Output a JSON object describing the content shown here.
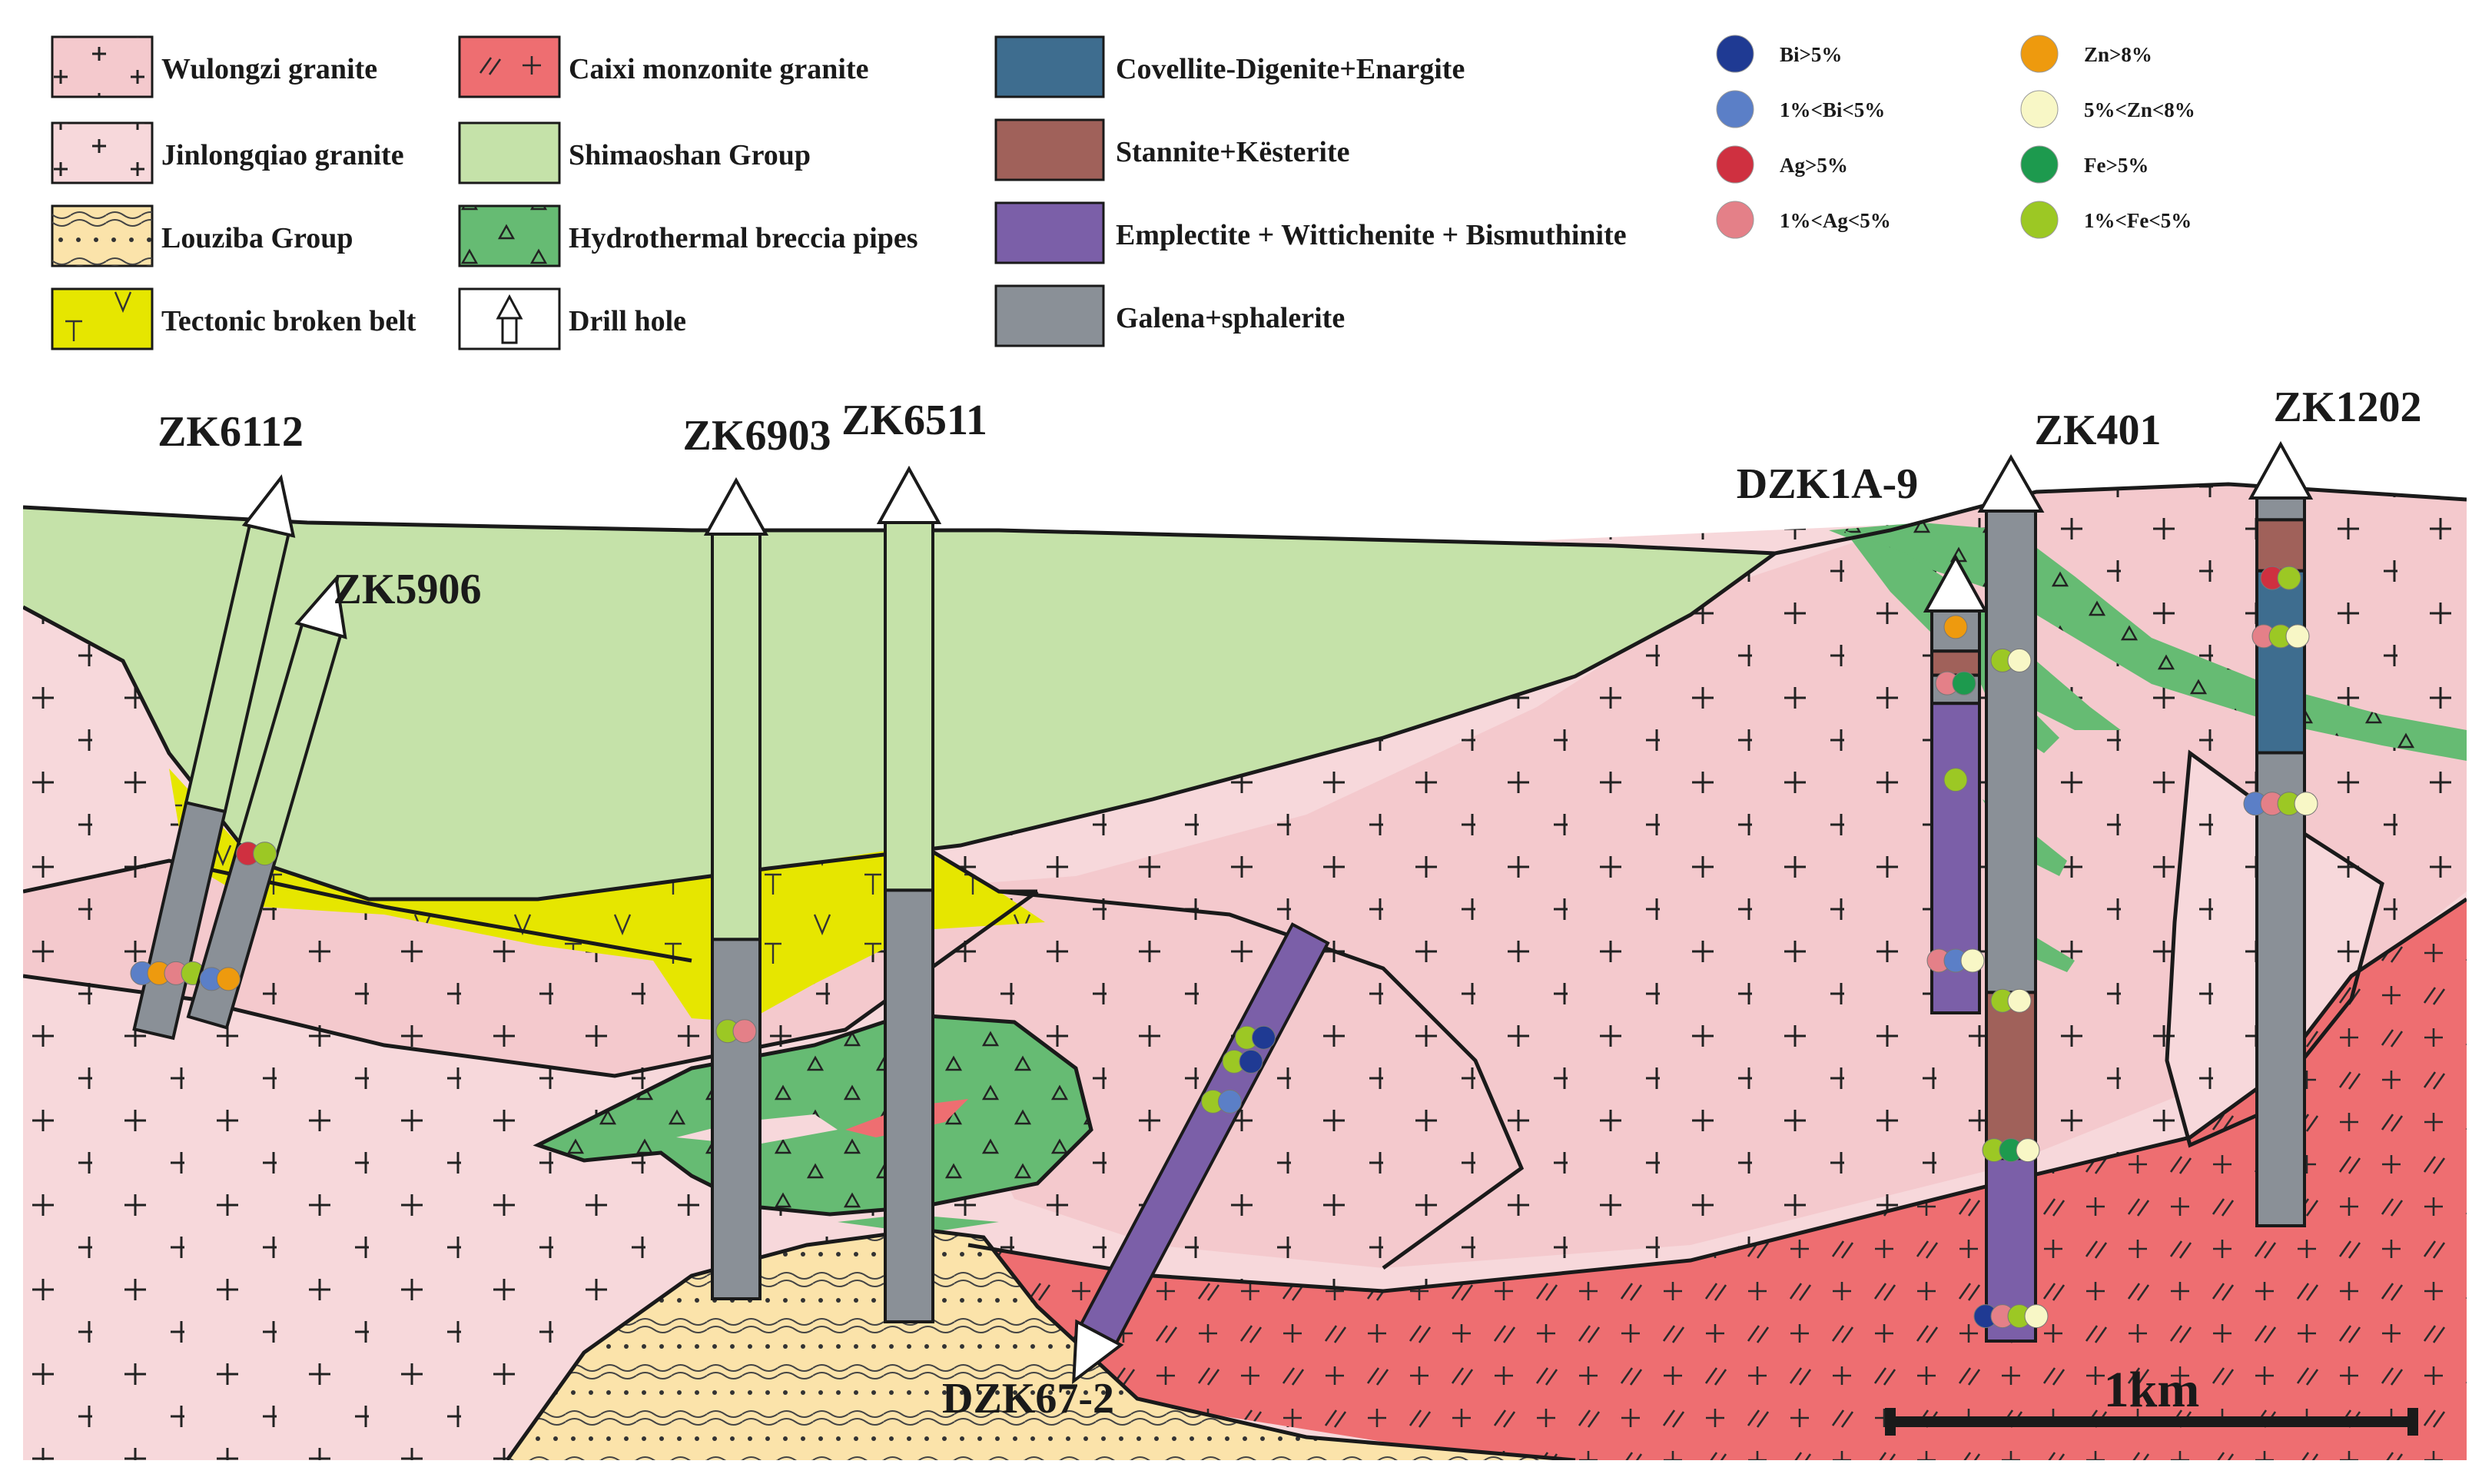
{
  "legend": {
    "units": [
      {
        "label": "Wulongzi granite",
        "color": "#f4c9cd",
        "pattern": "cross-sparse"
      },
      {
        "label": "Jinlongqiao granite",
        "color": "#f7d8db",
        "pattern": "cross-sparse"
      },
      {
        "label": "Louziba Group",
        "color": "#fbe3aa",
        "pattern": "dots-waves"
      },
      {
        "label": "Tectonic broken belt",
        "color": "#e6e600",
        "pattern": "v-t"
      },
      {
        "label": "Caixi monzonite granite",
        "color": "#ee6e71",
        "pattern": "slash-cross"
      },
      {
        "label": "Shimaoshan Group",
        "color": "#c5e2a9",
        "pattern": "none"
      },
      {
        "label": "Hydrothermal breccia pipes",
        "color": "#66bb73",
        "pattern": "triangles"
      },
      {
        "label": "Drill hole",
        "color": "#ffffff",
        "pattern": "drill"
      }
    ],
    "minerals": [
      {
        "label": "Covellite-Digenite+Enargite",
        "color": "#3e6d8f"
      },
      {
        "label": "Stannite+Kësterite",
        "color": "#a0615a"
      },
      {
        "label": "Emplectite + Wittichenite + Bismuthinite",
        "color": "#7b5fa8"
      },
      {
        "label": "Galena+sphalerite",
        "color": "#8a9097"
      }
    ],
    "dots": [
      {
        "label": "Bi>5%",
        "color": "#1f3a93"
      },
      {
        "label": "1%<Bi<5%",
        "color": "#5b7fc7"
      },
      {
        "label": "Ag>5%",
        "color": "#cf3040"
      },
      {
        "label": "1%<Ag<5%",
        "color": "#e48088"
      },
      {
        "label": "Zn>8%",
        "color": "#ee9a0e"
      },
      {
        "label": "5%<Zn<8%",
        "color": "#f8f7c6"
      },
      {
        "label": "Fe>5%",
        "color": "#1d9a4e"
      },
      {
        "label": "1%<Fe<5%",
        "color": "#9cc824"
      }
    ]
  },
  "section": {
    "holes": [
      {
        "name": "ZK6112"
      },
      {
        "name": "ZK5906"
      },
      {
        "name": "ZK6903"
      },
      {
        "name": "ZK6511"
      },
      {
        "name": "DZK1A-9"
      },
      {
        "name": "ZK401"
      },
      {
        "name": "ZK1202"
      },
      {
        "name": "DZK67-2"
      }
    ],
    "scale_label": "1km"
  }
}
